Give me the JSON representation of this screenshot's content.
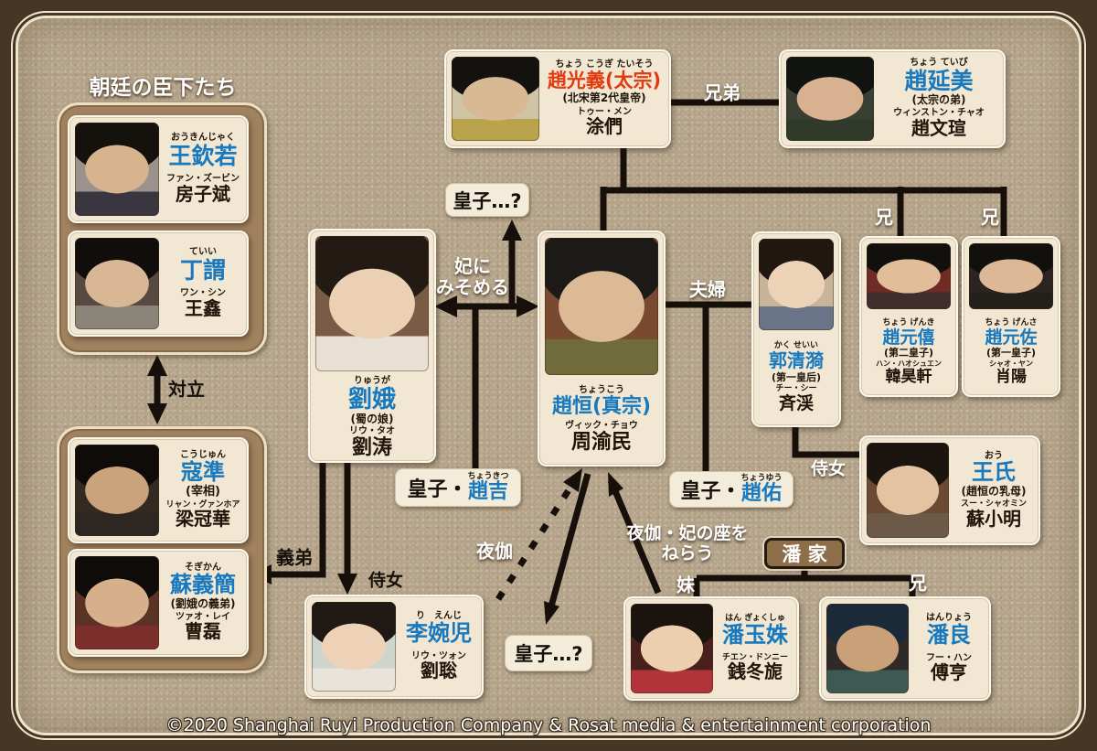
{
  "diagram": {
    "copyright": "©2020 Shanghai Ruyi Production Company & Rosat media & entertainment corporation",
    "court_panel_title": "朝廷の臣下たち",
    "family_badge": "潘 家"
  },
  "characters": {
    "wang_qinruo": {
      "furigana": "おうきんじゃく",
      "name": "王欽若",
      "actor_furigana": "ファン・ズービン",
      "actor": "房子斌"
    },
    "ding_wei": {
      "furigana": "ていい",
      "name": "丁謂",
      "actor_furigana": "ワン・シン",
      "actor": "王鑫"
    },
    "kou_zhun": {
      "furigana": "こうじゅん",
      "name": "寇準",
      "role": "(宰相)",
      "actor_furigana": "リャン・グァンホア",
      "actor": "梁冠華"
    },
    "su_yijian": {
      "furigana": "そぎかん",
      "name": "蘇義簡",
      "role": "(劉娥の義弟)",
      "actor_furigana": "ツァオ・レイ",
      "actor": "曹磊"
    },
    "zhao_guangyi": {
      "furigana": "ちょう こうぎ たいそう",
      "name": "趙光義(太宗)",
      "role": "(北宋第2代皇帝)",
      "actor_furigana": "トゥー・メン",
      "actor": "涂們"
    },
    "zhao_yanmei": {
      "furigana": "ちょう ていび",
      "name": "趙延美",
      "role": "(太宗の弟)",
      "actor_furigana": "ウィンストン・チャオ",
      "actor": "趙文瑄"
    },
    "liu_e": {
      "furigana": "りゅうが",
      "name": "劉娥",
      "role": "(蜀の娘)",
      "actor_furigana": "リウ・タオ",
      "actor": "劉涛"
    },
    "zhao_heng": {
      "furigana": "ちょうこう",
      "name": "趙恒(真宗)",
      "actor_furigana": "ヴィック・チョウ",
      "actor": "周渝民"
    },
    "guo_qingyi": {
      "furigana": "かく せいい",
      "name": "郭清漪",
      "role": "(第一皇后)",
      "actor_furigana": "チー・シー",
      "actor": "斉渓"
    },
    "zhao_yuanxi": {
      "furigana": "ちょう げんき",
      "name": "趙元僖",
      "role": "(第二皇子)",
      "actor_furigana": "ハン・ハオシュエン",
      "actor": "韓昊軒"
    },
    "zhao_yuanzuo": {
      "furigana": "ちょう げんさ",
      "name": "趙元佐",
      "role": "(第一皇子)",
      "actor_furigana": "シャオ・ヤン",
      "actor": "肖陽"
    },
    "wang_shi": {
      "furigana": "おう",
      "name": "王氏",
      "role": "(趙恒の乳母)",
      "actor_furigana": "スー・シャオミン",
      "actor": "蘇小明"
    },
    "li_wanr": {
      "furigana": "り　えんじ",
      "name": "李婉児",
      "actor_furigana": "リウ・ツォン",
      "actor": "劉聡"
    },
    "pan_yushu": {
      "furigana": "はん ぎょくしゅ",
      "name": "潘玉姝",
      "actor_furigana": "チエン・ドンニー",
      "actor": "銭冬旎"
    },
    "pan_liang": {
      "furigana": "はんりょう",
      "name": "潘良",
      "actor_furigana": "フー・ハン",
      "actor": "傅亨"
    }
  },
  "relationship_labels": {
    "brothers_top": "兄弟",
    "couple": "夫婦",
    "elder_brother_1": "兄",
    "elder_brother_2": "兄",
    "elder_brother_pan": "兄",
    "younger_sister": "妹",
    "conflict": "対立",
    "sworn_younger_brother": "義弟",
    "maid_liu": "侍女",
    "maid_wang": "侍女",
    "night_service": "夜伽",
    "night_service_aim": "夜伽・妃の座を\nねらう",
    "love_at_first_sight": "妃に\nみそめる",
    "prince_unknown_top": "皇子…?",
    "prince_unknown_bottom": "皇子…?",
    "prince_zhaoji": {
      "prefix": "皇子・",
      "furigana": "ちょうきつ",
      "name": "趙吉"
    },
    "prince_zhaoyou": {
      "prefix": "皇子・",
      "furigana": "ちょうゆう",
      "name": "趙佑"
    }
  },
  "colors": {
    "name_blue": "#1879be",
    "name_red": "#e23a0e",
    "line_black": "#17100a",
    "card_cream": "#f1e7d2",
    "panel_brown": "#a0825f",
    "family_badge_brown": "#8d6e49",
    "background_tan": "#b4a389",
    "frame_brown": "#453723"
  }
}
